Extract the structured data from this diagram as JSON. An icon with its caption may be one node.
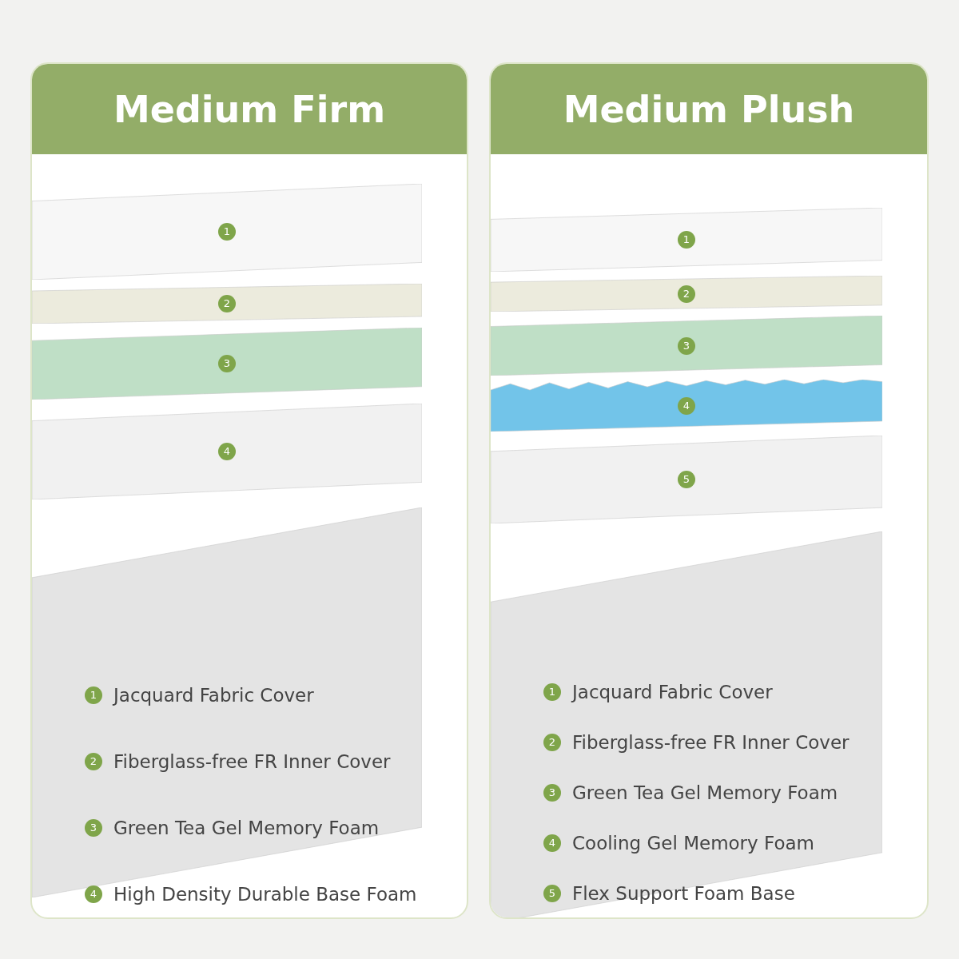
{
  "diagram": {
    "nodes": [
      {
        "text": [
          "Medium Firm"
        ]
      },
      {
        "text": [
          "1"
        ],
        "in": 0
      },
      {
        "text": [
          "2"
        ],
        "in": 0
      },
      {
        "text": [
          "3"
        ],
        "in": 0
      },
      {
        "text": [
          "4"
        ],
        "in": 0
      },
      {
        "text": [
          "Medium Plush"
        ]
      },
      {
        "text": [
          "1"
        ],
        "in": 5
      },
      {
        "text": [
          "2"
        ],
        "in": 5
      },
      {
        "text": [
          "3"
        ],
        "in": 5
      },
      {
        "text": [
          "4"
        ],
        "in": 5
      },
      {
        "text": [
          "5"
        ],
        "in": 5
      }
    ],
    "labels": [
      "1",
      "Jacquard Fabric Cover",
      "2",
      "Fiberglass-free FR Inner Cover",
      "3",
      "Green Tea Gel Memory Foam",
      "4",
      "High Density Durable Base Foam",
      "1",
      "Jacquard Fabric Cover",
      "2",
      "Fiberglass-free FR Inner Cover",
      "3",
      "Green Tea Gel Memory Foam",
      "4",
      "Cooling Gel Memory Foam",
      "5",
      "Flex Support Foam Base"
    ]
  }
}
